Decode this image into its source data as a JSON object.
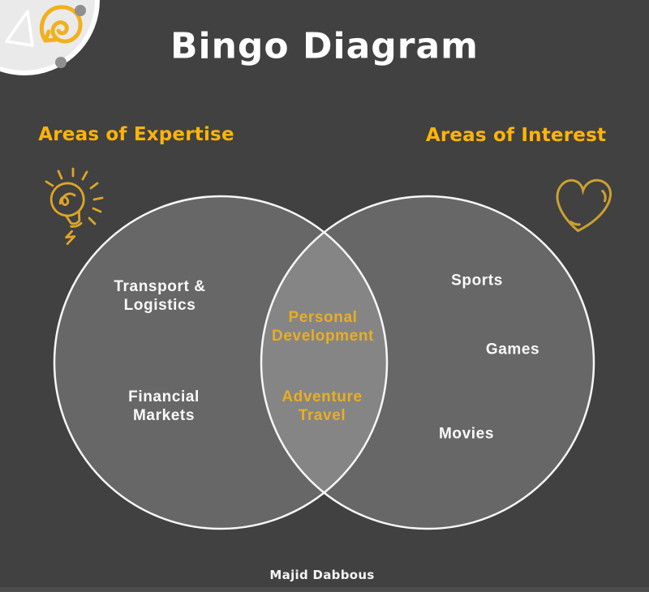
{
  "title": "Bingo Diagram",
  "venn": {
    "left": {
      "heading": "Areas of Expertise",
      "icon": "lightbulb-icon",
      "items": [
        {
          "label": "Transport & Logistics",
          "lines": [
            "Transport &",
            "Logistics"
          ]
        },
        {
          "label": "Financial Markets",
          "lines": [
            "Financial",
            "Markets"
          ]
        }
      ]
    },
    "right": {
      "heading": "Areas of Interest",
      "icon": "heart-icon",
      "items": [
        {
          "label": "Sports"
        },
        {
          "label": "Games"
        },
        {
          "label": "Movies"
        }
      ]
    },
    "intersection": {
      "items": [
        {
          "label": "Personal Development",
          "lines": [
            "Personal",
            "Development"
          ]
        },
        {
          "label": "Adventure Travel",
          "lines": [
            "Adventure",
            "Travel"
          ]
        }
      ]
    }
  },
  "badge": {
    "icons": [
      "triangle-icon",
      "undo-swirl-icon"
    ]
  },
  "footer": {
    "author": "Majid Dabbous"
  },
  "colors": {
    "background": "#414141",
    "heading_yellow": "#FFB40A",
    "intersection_gold": "#E9AE22",
    "doodle_gold": "#DFA527",
    "circle_stroke": "#F7F7F7",
    "circle_fill": "rgba(255,255,255,0.2)",
    "badge_fill": "#EAEAEA"
  }
}
